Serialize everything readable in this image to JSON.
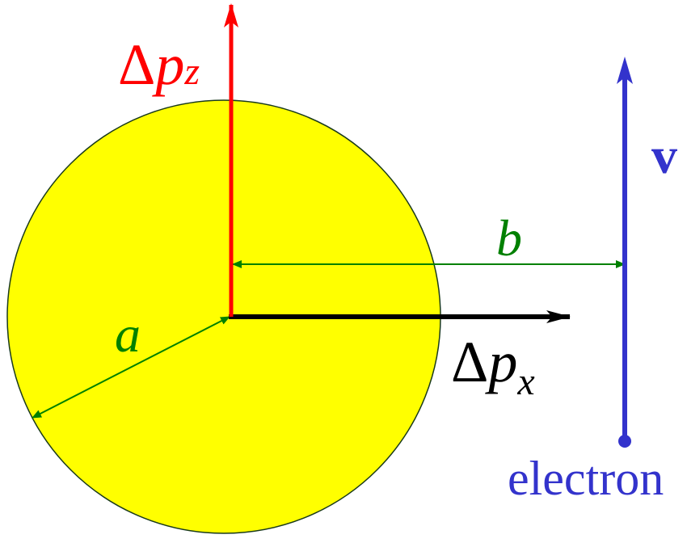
{
  "colors": {
    "sphere_fill": "#ffff00",
    "sphere_outline": "#1a3a1a",
    "dp_z": "#ff0000",
    "dp_x": "#000000",
    "dimension": "#008000",
    "electron": "#3333cc"
  },
  "labels": {
    "dp_z": {
      "delta": "Δ",
      "p": "p",
      "sub": "z"
    },
    "dp_x": {
      "delta": "Δ",
      "p": "p",
      "sub": "x"
    },
    "radius": "a",
    "impact_parameter": "b",
    "velocity": "v",
    "electron": "electron"
  }
}
